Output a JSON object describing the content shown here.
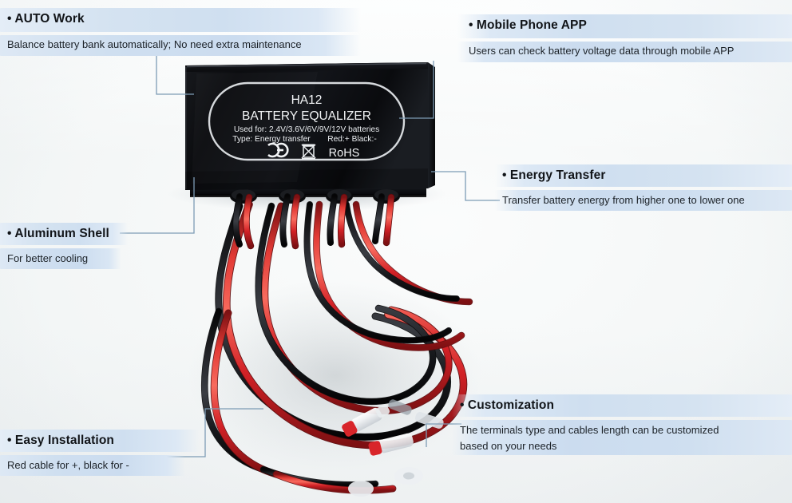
{
  "page": {
    "background_color": "#f6f8f8",
    "accent_line_color": "#7d9cb5",
    "callout_plate_color": "#cfdff0"
  },
  "product": {
    "name": "HA12 Battery Equalizer",
    "body_color": "#0d0f12",
    "cable_red": "#d8252a",
    "cable_black": "#15161a",
    "label": {
      "model": "HA12",
      "title": "BATTERY EQUALIZER",
      "used_for": "Used for: 2.4V/3.6V/6V/9V/12V batteries",
      "type_line": "Type: Energy transfer",
      "polarity": "Red:+ Black:-",
      "ce_mark": "CE",
      "weee_mark": "crossed-out-wheelie-bin",
      "rohs": "RoHS"
    }
  },
  "callouts": [
    {
      "id": "auto-work",
      "title": "• AUTO Work",
      "body": "Balance battery bank automatically; No need extra maintenance"
    },
    {
      "id": "mobile-phone-app",
      "title": "• Mobile Phone APP",
      "body": "Users can check battery voltage data through mobile APP"
    },
    {
      "id": "energy-transfer",
      "title": "• Energy Transfer",
      "body": "Transfer battery energy from higher one  to lower one"
    },
    {
      "id": "aluminum-shell",
      "title": "• Aluminum Shell",
      "body": "For better cooling"
    },
    {
      "id": "customization",
      "title": "• Customization",
      "body_line1": "The terminals type and cables length can be customized",
      "body_line2": "based on your needs"
    },
    {
      "id": "easy-installation",
      "title": "• Easy Installation",
      "body": "Red cable for +, black for -"
    }
  ]
}
